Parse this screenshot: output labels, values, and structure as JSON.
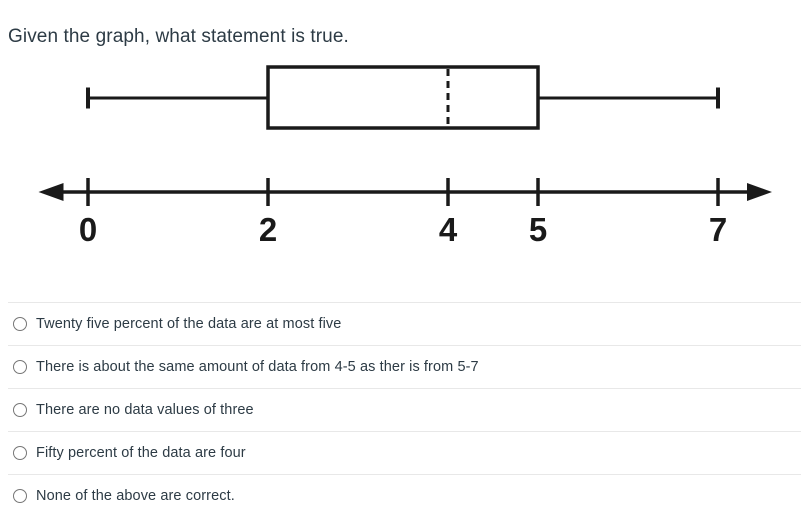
{
  "question": {
    "title": "Given the graph, what statement is true."
  },
  "chart_data": {
    "type": "boxplot",
    "orientation": "horizontal",
    "stats": {
      "min": 0,
      "q1": 2,
      "median": 4,
      "q3": 5,
      "max": 7
    },
    "axis": {
      "tick_values": [
        0,
        2,
        4,
        5,
        7
      ],
      "tick_labels": [
        "0",
        "2",
        "4",
        "5",
        "7"
      ],
      "xlim": [
        -0.55,
        7.6
      ],
      "arrows": "both"
    },
    "line_color": "#1a1a1a",
    "median_style": "dashed"
  },
  "options": [
    {
      "label": "Twenty five percent of the data are at most five",
      "selected": false
    },
    {
      "label": "There is about the same amount of data from 4-5 as ther is from 5-7",
      "selected": false
    },
    {
      "label": "There are no data values of three",
      "selected": false
    },
    {
      "label": "Fifty percent of the data are four",
      "selected": false
    },
    {
      "label": "None of the above are correct.",
      "selected": false
    }
  ],
  "colors": {
    "text": "#2d3b45",
    "divider": "#e8e8e8",
    "radio_border": "#767676",
    "line": "#1a1a1a"
  }
}
